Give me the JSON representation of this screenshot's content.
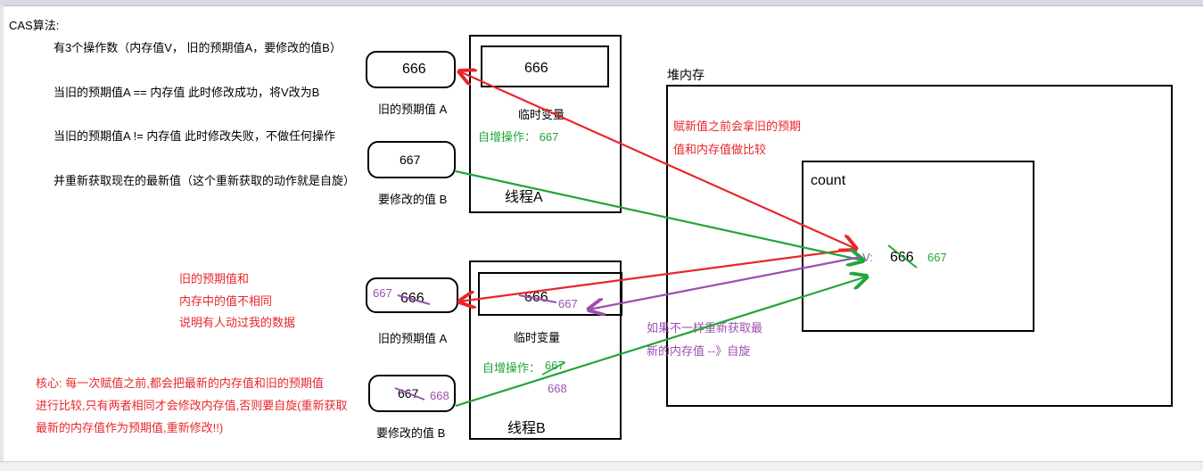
{
  "title": "CAS算法:",
  "notes": [
    "有3个操作数（内存值V， 旧的预期值A，要修改的值B）",
    "当旧的预期值A == 内存值   此时修改成功，将V改为B",
    "当旧的预期值A != 内存值   此时修改失败，不做任何操作",
    "并重新获取现在的最新值（这个重新获取的动作就是自旋）"
  ],
  "thread_a": {
    "label": "线程A",
    "old_value": "666",
    "old_value_label": "旧的预期值 A",
    "new_value": "667",
    "new_value_label": "要修改的值 B",
    "temp_value": "666",
    "temp_label": "临时变量",
    "increment": "自增操作： 667"
  },
  "thread_b": {
    "label": "线程B",
    "old_value_new": "667",
    "old_value_struck": "666",
    "old_value_label": "旧的预期值 A",
    "new_value_struck": "667",
    "new_value_new": "668",
    "new_value_label": "要修改的值 B",
    "temp_value_struck": "666",
    "temp_value_new": "667",
    "temp_label": "临时变量",
    "increment_label": "自增操作：",
    "increment_struck": "667",
    "increment_new": "668"
  },
  "heap": {
    "label": "堆内存",
    "note_line1": "赋新值之前会拿旧的预期",
    "note_line2": "值和内存值做比较",
    "count_label": "count",
    "v_label": "V:",
    "v_struck": "666",
    "v_new": "667"
  },
  "mismatch_note": [
    "旧的预期值和",
    "内存中的值不相同",
    "说明有人动过我的数据"
  ],
  "refetch_note": [
    "如果不一样重新获取最",
    "新的内存值 --》自旋"
  ],
  "core_note": [
    "核心: 每一次赋值之前,都会把最新的内存值和旧的预期值",
    "进行比较,只有两者相同才会修改内存值,否则要自旋(重新获取",
    "最新的内存值作为预期值,重新修改!!)"
  ],
  "colors": {
    "red": "#e8262c",
    "green": "#22a53a",
    "purple": "#9b4fb0"
  }
}
